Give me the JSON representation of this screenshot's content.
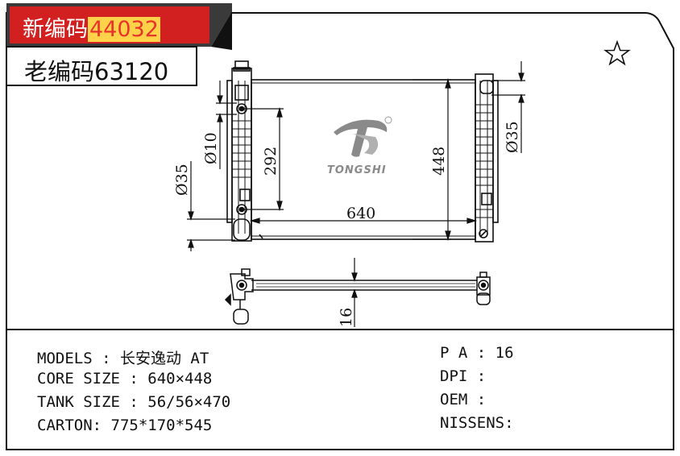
{
  "header": {
    "new_code_prefix": "新编码",
    "new_code_number": "44032",
    "old_code": "老编码63120"
  },
  "drawing": {
    "brand": "TONGSHI",
    "dim_width": "640",
    "dim_height": "448",
    "dim_offset": "292",
    "dim_small_pipe": "Ø10",
    "dim_pipe_left": "Ø35",
    "dim_pipe_right": "Ø35",
    "dim_thickness": "16"
  },
  "specs": {
    "models": "MODELS : 长安逸动 AT",
    "core": "CORE SIZE : 640×448",
    "tank": "TANK SIZE : 56/56×470",
    "carton": "CARTON: 775*170*545",
    "pa": "P A : 16",
    "dpi": "DPI :",
    "oem": "OEM :",
    "nissens": "NISSENS:"
  },
  "icons": {
    "favorite": "star-outline-icon",
    "logo": "tongshi-logo-icon"
  }
}
